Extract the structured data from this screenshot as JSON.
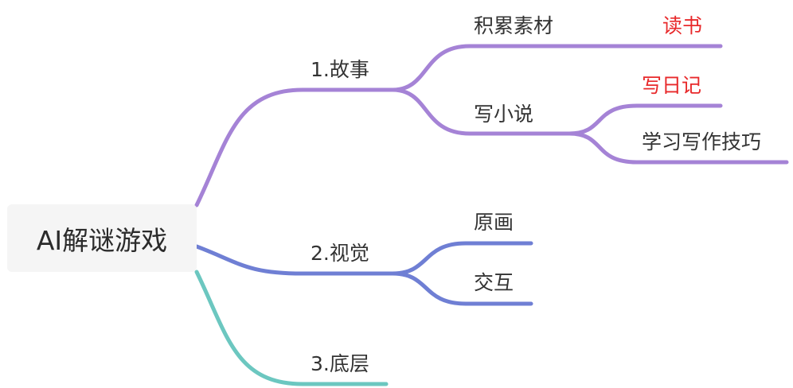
{
  "root": {
    "label": "AI解谜游戏"
  },
  "colors": {
    "story": "#a583d6",
    "visual": "#6f7fd4",
    "base": "#6cc7c0",
    "highlight_text": "#e8292b",
    "normal_text": "#333333"
  },
  "branches": [
    {
      "label": "1.故事",
      "color_key": "story",
      "children": [
        {
          "label": "积累素材",
          "children": [
            {
              "label": "读书",
              "highlight": true
            }
          ]
        },
        {
          "label": "写小说",
          "children": [
            {
              "label": "写日记",
              "highlight": true
            },
            {
              "label": "学习写作技巧",
              "highlight": false
            }
          ]
        }
      ]
    },
    {
      "label": "2.视觉",
      "color_key": "visual",
      "children": [
        {
          "label": "原画"
        },
        {
          "label": "交互"
        }
      ]
    },
    {
      "label": "3.底层",
      "color_key": "base",
      "children": []
    }
  ]
}
